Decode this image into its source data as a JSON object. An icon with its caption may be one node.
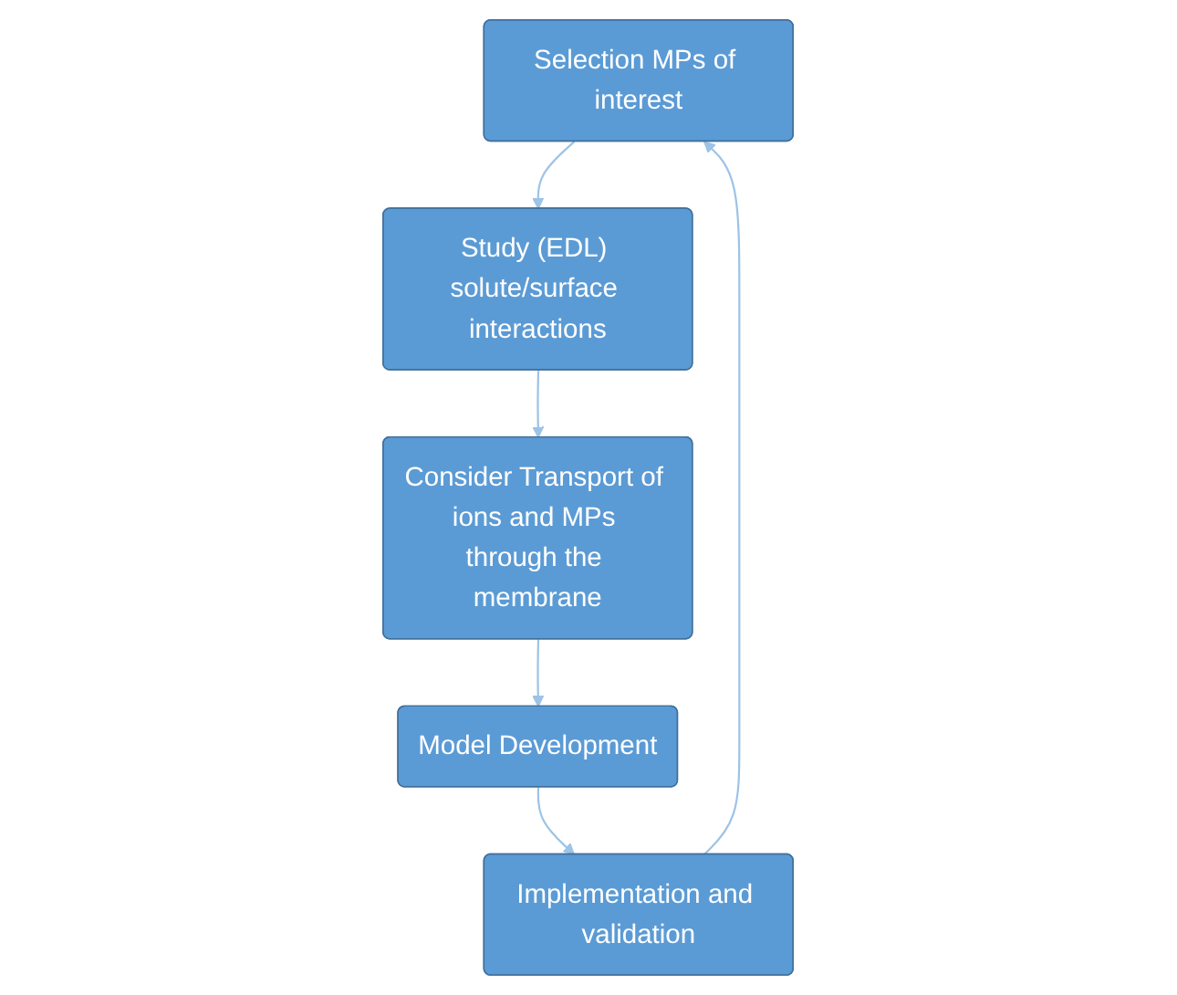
{
  "diagram": {
    "nodes": [
      {
        "text": [
          "Selection MPs of interest"
        ]
      },
      {
        "text": [
          "Study (EDL) solute/surface interactions"
        ]
      },
      {
        "text": [
          "Consider Transport of ions and MPs through the membrane"
        ]
      },
      {
        "text": [
          "Model Development"
        ]
      },
      {
        "text": [
          "Implementation and validation"
        ]
      }
    ],
    "edges": [
      {
        "from": 0,
        "to": 1,
        "arrow": "to"
      },
      {
        "from": 1,
        "to": 2,
        "arrow": "to"
      },
      {
        "from": 2,
        "to": 3,
        "arrow": "to"
      },
      {
        "from": 3,
        "to": 4,
        "arrow": "to"
      },
      {
        "from": 4,
        "to": 0,
        "arrow": "to"
      }
    ]
  }
}
